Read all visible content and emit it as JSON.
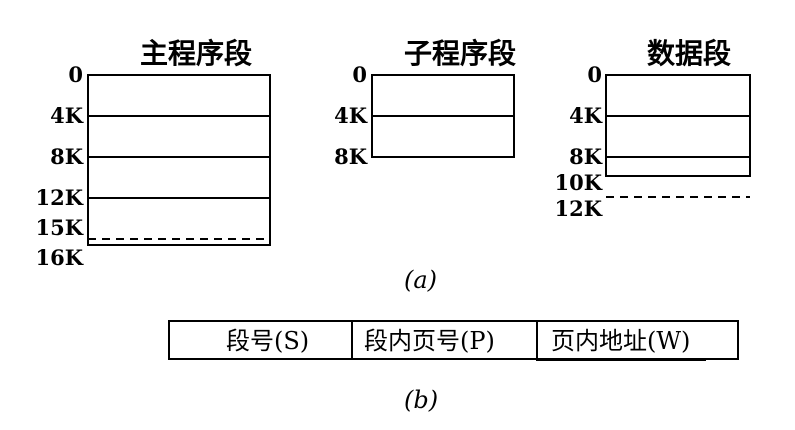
{
  "segments": {
    "main": {
      "title": "主程序段",
      "labels": [
        "0",
        "4K",
        "8K",
        "12K",
        "15K",
        "16K"
      ]
    },
    "sub": {
      "title": "子程序段",
      "labels": [
        "0",
        "4K",
        "8K"
      ]
    },
    "data": {
      "title": "数据段",
      "labels": [
        "0",
        "4K",
        "8K",
        "10K",
        "12K"
      ]
    }
  },
  "caption_a": "(a)",
  "address_format": {
    "fields": [
      "段号(S)",
      "段内页号(P)",
      "页内地址(W)"
    ]
  },
  "caption_b": "(b)"
}
